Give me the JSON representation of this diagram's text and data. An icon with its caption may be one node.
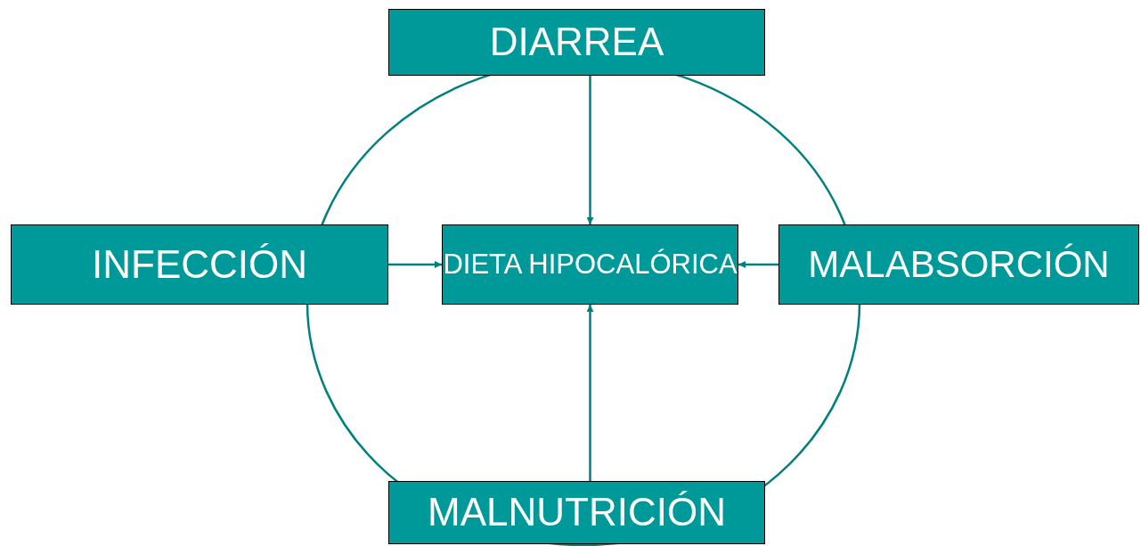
{
  "diagram": {
    "nodes": [
      {
        "text": [
          "DIARREA"
        ]
      },
      {
        "text": [
          "INFECCIÓN"
        ]
      },
      {
        "text": [
          "DIETA HIPOCALÓRICA"
        ]
      },
      {
        "text": [
          "MALABSORCIÓN"
        ]
      },
      {
        "text": [
          "MALNUTRICIÓN"
        ]
      }
    ],
    "edges": [
      {
        "from": 0,
        "to": 2,
        "arrow": "to"
      },
      {
        "from": 1,
        "to": 2,
        "arrow": "to"
      },
      {
        "from": 3,
        "to": 2,
        "arrow": "to"
      },
      {
        "from": 4,
        "to": 2,
        "arrow": "to"
      }
    ]
  }
}
